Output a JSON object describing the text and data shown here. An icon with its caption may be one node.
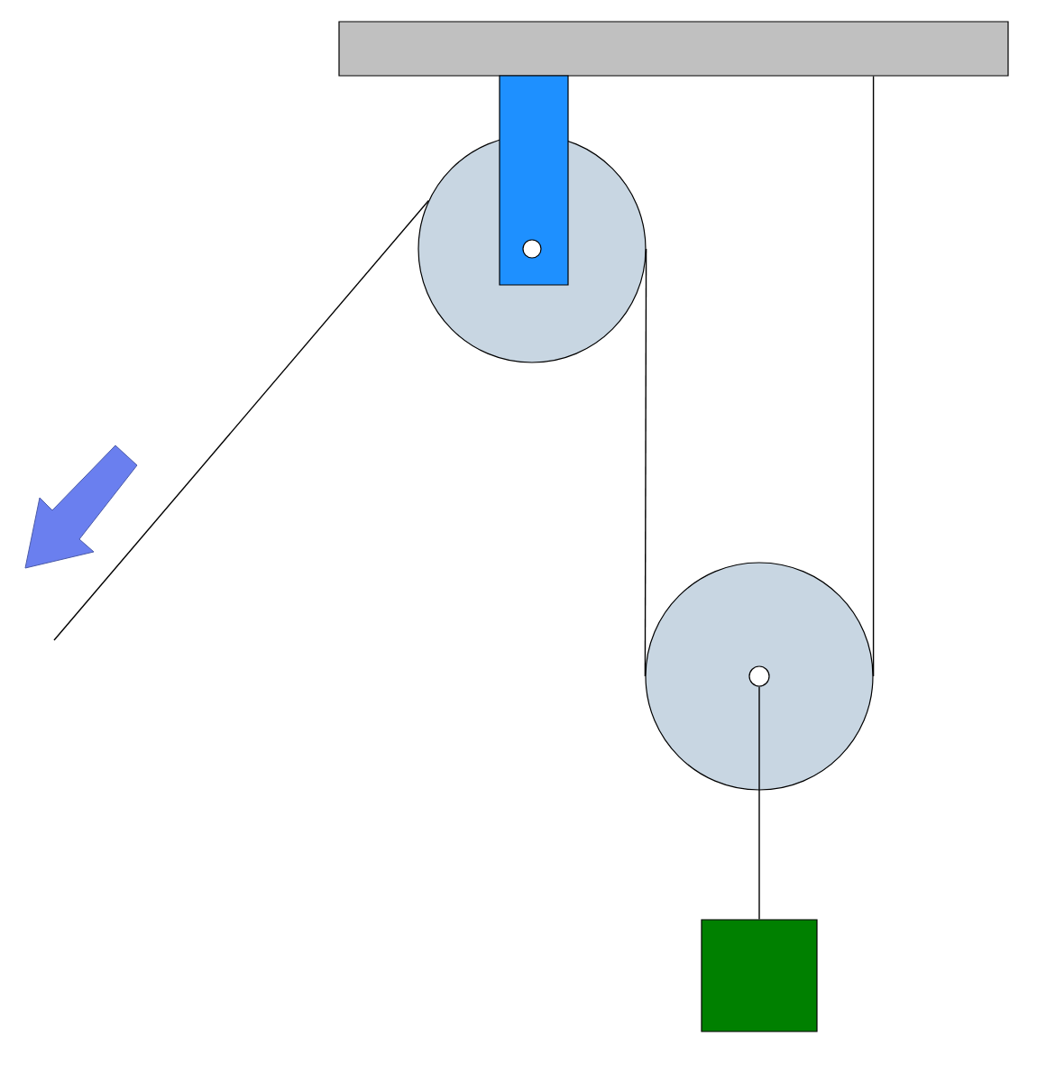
{
  "diagram": {
    "nodes": [
      {
        "text": [],
        "shape": "box"
      },
      {
        "text": [],
        "shape": "circle"
      },
      {
        "text": [],
        "shape": "circle"
      },
      {
        "text": [],
        "shape": "circle",
        "in": 2
      },
      {
        "text": [],
        "shape": "box"
      }
    ],
    "edges": [
      {
        "from": null,
        "to": 1,
        "arrow": "none"
      },
      {
        "from": 1,
        "to": 2,
        "arrow": "none"
      },
      {
        "from": 2,
        "to": 0,
        "arrow": "none"
      },
      {
        "from": 3,
        "to": 4,
        "arrow": "none"
      }
    ]
  }
}
